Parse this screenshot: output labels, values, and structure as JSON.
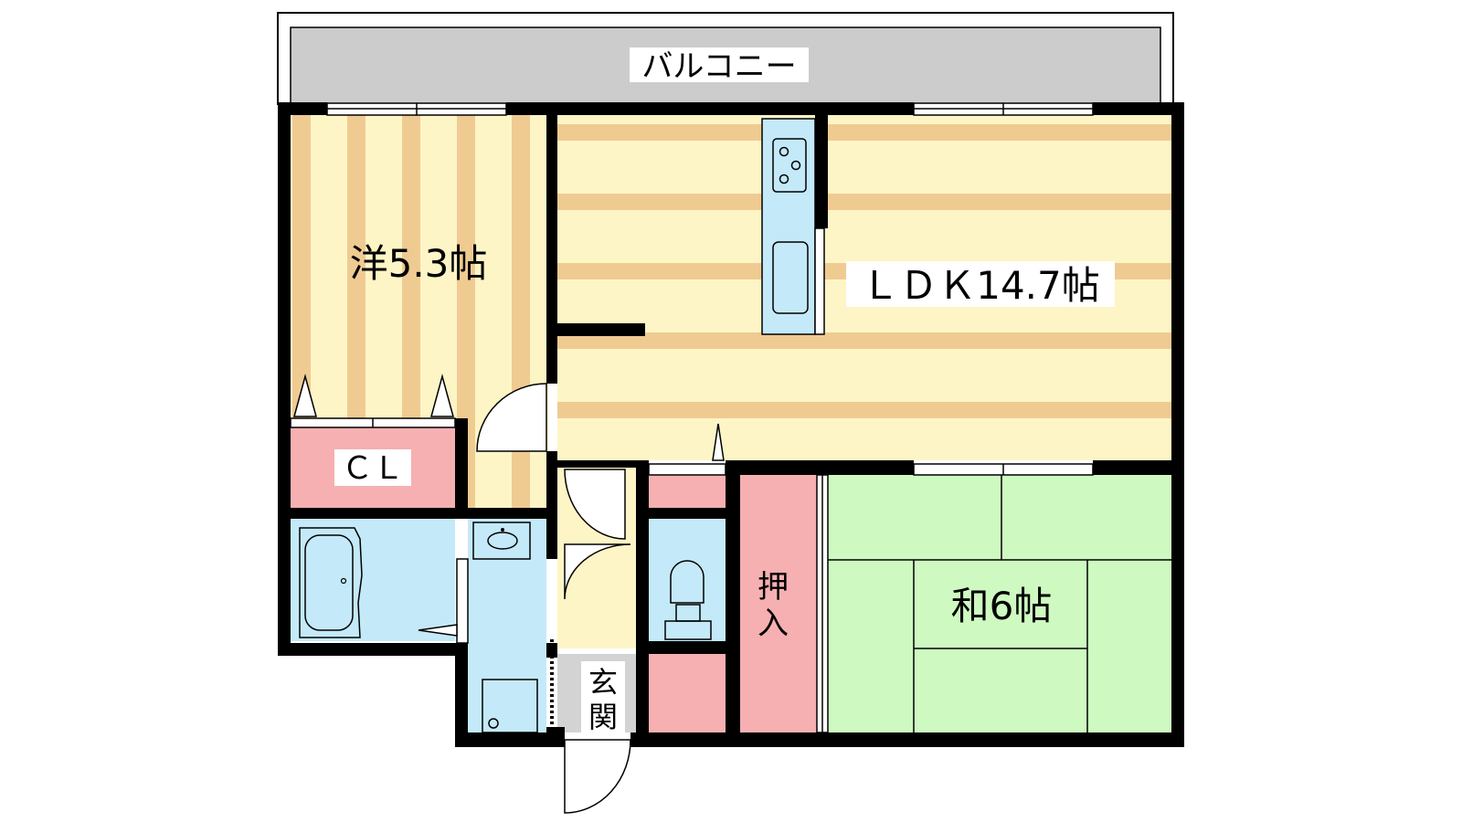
{
  "floorplan": {
    "balcony_label": "バルコニー",
    "rooms": {
      "western_room": "洋5.3帖",
      "ldk": "ＬＤＫ14.7帖",
      "japanese_room": "和6帖",
      "closet": "ＣＬ",
      "storage_closet": [
        "押",
        "入"
      ],
      "entrance": [
        "玄",
        "関"
      ]
    },
    "colors": {
      "wall": "#000000",
      "wood_light": "#FEF5C6",
      "wood_dark": "#EFCB92",
      "storage_pink": "#F6B0B1",
      "water_blue": "#C4E9F8",
      "tatami_green": "#CEF9C1",
      "balcony_gray": "#CCCCCC",
      "entrance_gray": "#D3D3D3"
    }
  }
}
